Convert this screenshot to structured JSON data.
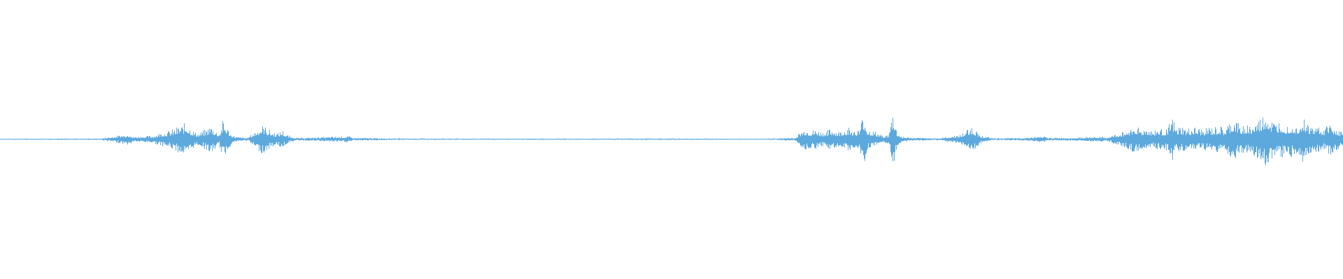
{
  "waveform": {
    "color": "#5DA9DE",
    "background": "#FFFFFF",
    "peaks": [
      [
        0.0,
        0.004
      ],
      [
        0.073,
        0.006
      ],
      [
        0.075,
        0.006
      ],
      [
        0.0975,
        0.05
      ],
      [
        0.098,
        0.02
      ],
      [
        0.114,
        0.03
      ],
      [
        0.118,
        0.05
      ],
      [
        0.122,
        0.06
      ],
      [
        0.126,
        0.07
      ],
      [
        0.13,
        0.09
      ],
      [
        0.133,
        0.11
      ],
      [
        0.136,
        0.12
      ],
      [
        0.139,
        0.14
      ],
      [
        0.142,
        0.09
      ],
      [
        0.145,
        0.06
      ],
      [
        0.148,
        0.05
      ],
      [
        0.151,
        0.07
      ],
      [
        0.154,
        0.09
      ],
      [
        0.157,
        0.12
      ],
      [
        0.16,
        0.08
      ],
      [
        0.163,
        0.05
      ],
      [
        0.166,
        0.16
      ],
      [
        0.169,
        0.1
      ],
      [
        0.172,
        0.04
      ],
      [
        0.176,
        0.02
      ],
      [
        0.18,
        0.015
      ],
      [
        0.184,
        0.01
      ],
      [
        0.193,
        0.1
      ],
      [
        0.196,
        0.12
      ],
      [
        0.199,
        0.09
      ],
      [
        0.203,
        0.06
      ],
      [
        0.207,
        0.05
      ],
      [
        0.21,
        0.08
      ],
      [
        0.213,
        0.04
      ],
      [
        0.217,
        0.02
      ],
      [
        0.222,
        0.01
      ],
      [
        0.259,
        0.025
      ],
      [
        0.263,
        0.012
      ],
      [
        0.3,
        0.006
      ],
      [
        0.36,
        0.005
      ],
      [
        0.42,
        0.005
      ],
      [
        0.48,
        0.006
      ],
      [
        0.53,
        0.005
      ],
      [
        0.57,
        0.004
      ],
      [
        0.59,
        0.012
      ],
      [
        0.592,
        0.01
      ],
      [
        0.596,
        0.06
      ],
      [
        0.6,
        0.09
      ],
      [
        0.604,
        0.07
      ],
      [
        0.608,
        0.08
      ],
      [
        0.612,
        0.06
      ],
      [
        0.616,
        0.07
      ],
      [
        0.62,
        0.09
      ],
      [
        0.624,
        0.06
      ],
      [
        0.628,
        0.08
      ],
      [
        0.632,
        0.1
      ],
      [
        0.636,
        0.07
      ],
      [
        0.64,
        0.08
      ],
      [
        0.643,
        0.22
      ],
      [
        0.646,
        0.09
      ],
      [
        0.65,
        0.07
      ],
      [
        0.654,
        0.05
      ],
      [
        0.658,
        0.03
      ],
      [
        0.662,
        0.04
      ],
      [
        0.665,
        0.25
      ],
      [
        0.668,
        0.06
      ],
      [
        0.672,
        0.02
      ],
      [
        0.68,
        0.012
      ],
      [
        0.7,
        0.008
      ],
      [
        0.716,
        0.04
      ],
      [
        0.72,
        0.08
      ],
      [
        0.724,
        0.11
      ],
      [
        0.727,
        0.07
      ],
      [
        0.731,
        0.03
      ],
      [
        0.74,
        0.008
      ],
      [
        0.76,
        0.01
      ],
      [
        0.777,
        0.025
      ],
      [
        0.78,
        0.012
      ],
      [
        0.8,
        0.012
      ],
      [
        0.82,
        0.022
      ],
      [
        0.823,
        0.012
      ],
      [
        0.834,
        0.05
      ],
      [
        0.838,
        0.07
      ],
      [
        0.842,
        0.09
      ],
      [
        0.846,
        0.12
      ],
      [
        0.85,
        0.08
      ],
      [
        0.854,
        0.1
      ],
      [
        0.858,
        0.07
      ],
      [
        0.862,
        0.09
      ],
      [
        0.866,
        0.08
      ],
      [
        0.87,
        0.1
      ],
      [
        0.873,
        0.18
      ],
      [
        0.876,
        0.09
      ],
      [
        0.88,
        0.11
      ],
      [
        0.884,
        0.08
      ],
      [
        0.888,
        0.1
      ],
      [
        0.892,
        0.09
      ],
      [
        0.896,
        0.08
      ],
      [
        0.9,
        0.1
      ],
      [
        0.904,
        0.09
      ],
      [
        0.908,
        0.11
      ],
      [
        0.912,
        0.08
      ],
      [
        0.916,
        0.14
      ],
      [
        0.92,
        0.17
      ],
      [
        0.924,
        0.1
      ],
      [
        0.928,
        0.13
      ],
      [
        0.932,
        0.11
      ],
      [
        0.936,
        0.15
      ],
      [
        0.94,
        0.18
      ],
      [
        0.943,
        0.25
      ],
      [
        0.946,
        0.17
      ],
      [
        0.95,
        0.13
      ],
      [
        0.954,
        0.16
      ],
      [
        0.958,
        0.12
      ],
      [
        0.962,
        0.14
      ],
      [
        0.966,
        0.11
      ],
      [
        0.97,
        0.19
      ],
      [
        0.974,
        0.13
      ],
      [
        0.978,
        0.1
      ],
      [
        0.982,
        0.12
      ],
      [
        0.986,
        0.08
      ],
      [
        0.99,
        0.14
      ],
      [
        0.994,
        0.1
      ],
      [
        0.998,
        0.07
      ],
      [
        1.0,
        0.06
      ]
    ]
  }
}
